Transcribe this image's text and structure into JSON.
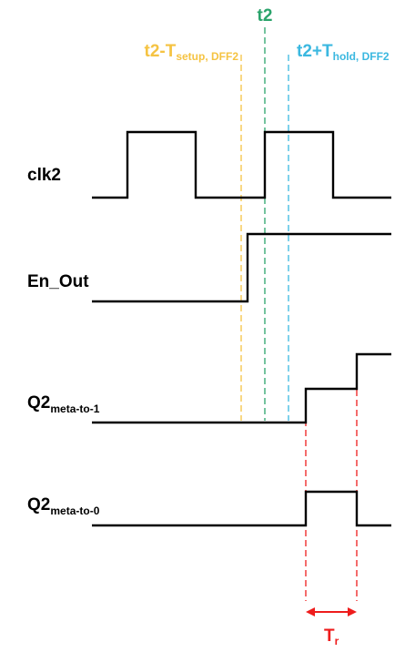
{
  "colors": {
    "setup": "#f5c342",
    "t2": "#2aa36b",
    "hold": "#3bb8e0",
    "tr": "#ee1c1c",
    "trace": "#000000"
  },
  "markers": {
    "t2": {
      "label": "t2"
    },
    "setup": {
      "main": "t2-T",
      "sub": "setup, DFF2"
    },
    "hold": {
      "main": "t2+T",
      "sub": "hold, DFF2"
    }
  },
  "signals": [
    {
      "id": "clk2",
      "main": "clk2",
      "sub": ""
    },
    {
      "id": "en-out",
      "main": "En_Out",
      "sub": ""
    },
    {
      "id": "q2-meta-to-1",
      "main": "Q2",
      "sub": "meta-to-1"
    },
    {
      "id": "q2-meta-to-0",
      "main": "Q2",
      "sub": "meta-to-0"
    }
  ],
  "tr_label": {
    "main": "T",
    "sub": "r"
  },
  "icons": {
    "tr_arrow": "double-headed-arrow-icon"
  }
}
